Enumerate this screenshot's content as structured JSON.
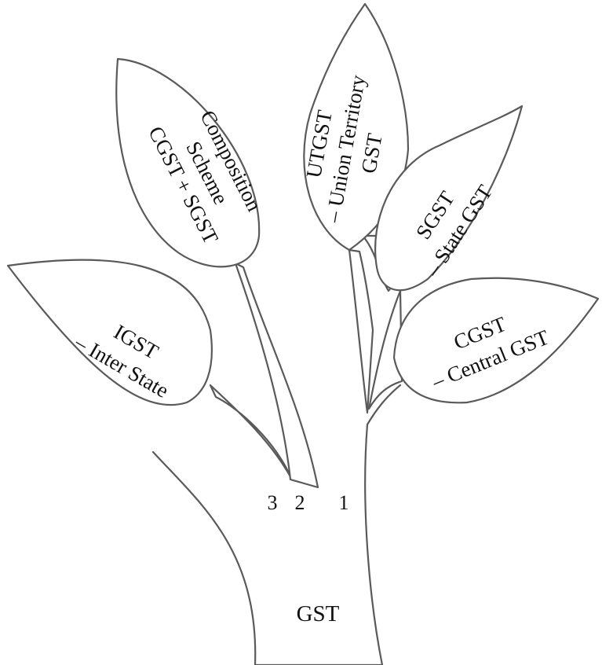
{
  "trunk": {
    "label": "GST"
  },
  "branch_numbers": [
    "3",
    "2",
    "1"
  ],
  "leaves": [
    {
      "id": "composition",
      "lines": [
        "Composition",
        "Scheme",
        "CGST + SGST"
      ]
    },
    {
      "id": "utgst",
      "lines": [
        "UTGST",
        "– Union Territory",
        "GST"
      ]
    },
    {
      "id": "sgst",
      "lines": [
        "SGST",
        "– State GST"
      ]
    },
    {
      "id": "igst",
      "lines": [
        "IGST",
        "– Inter State"
      ]
    },
    {
      "id": "cgst",
      "lines": [
        "CGST",
        "– Central GST"
      ]
    }
  ],
  "colors": {
    "outline": "#5a5a5a",
    "text": "#111111",
    "fill": "#ffffff"
  }
}
